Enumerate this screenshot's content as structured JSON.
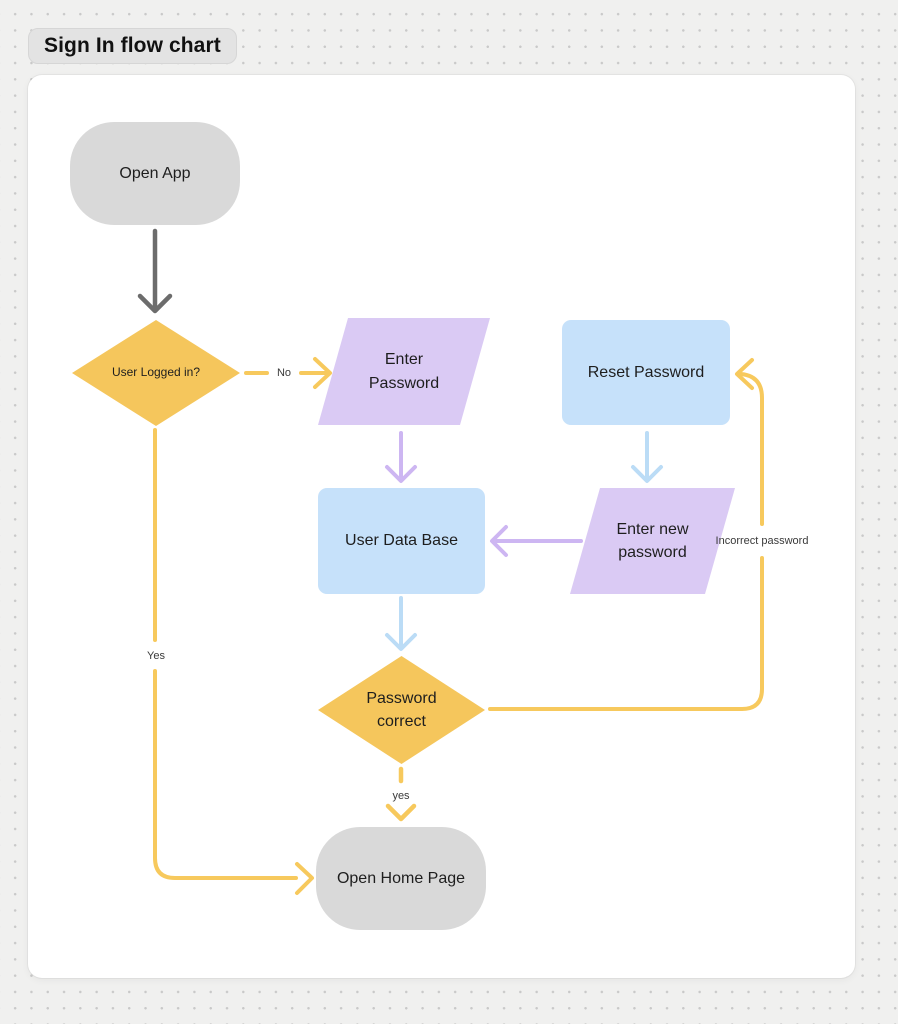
{
  "title": "Sign In flow chart",
  "palette": {
    "page_background": "#F0F0EF",
    "dot_grid": "#C9C9C9",
    "canvas_background": "#FFFFFF",
    "terminator_fill": "#D9D9D9",
    "decision_fill": "#F5C65C",
    "input_fill": "#DACAF4",
    "process_fill": "#C6E1FA",
    "arrow_gray": "#6C6C6C",
    "arrow_yellow": "#F7C95D",
    "arrow_purple": "#CDB6F2",
    "arrow_blue": "#BBDCF6",
    "node_text": "#1E1E1E",
    "label_text": "#3A3A3A"
  },
  "nodes": [
    {
      "id": "open-app",
      "label": "Open App",
      "shape": "terminator",
      "color": "#D9D9D9"
    },
    {
      "id": "user-logged-in",
      "label": "User Logged in?",
      "shape": "decision",
      "color": "#F5C65C"
    },
    {
      "id": "enter-password",
      "label": "Enter Password",
      "shape": "input",
      "color": "#DACAF4"
    },
    {
      "id": "reset-password",
      "label": "Reset Password",
      "shape": "process",
      "color": "#C6E1FA"
    },
    {
      "id": "user-data-base",
      "label": "User Data Base",
      "shape": "process",
      "color": "#C6E1FA"
    },
    {
      "id": "enter-new-password",
      "label": "Enter new password",
      "shape": "input",
      "color": "#DACAF4"
    },
    {
      "id": "password-correct",
      "label": "Password correct",
      "shape": "decision",
      "color": "#F5C65C"
    },
    {
      "id": "open-home-page",
      "label": "Open Home Page",
      "shape": "terminator",
      "color": "#D9D9D9"
    }
  ],
  "edges": [
    {
      "from": "open-app",
      "to": "user-logged-in",
      "label": "",
      "color": "#6C6C6C",
      "style": "solid"
    },
    {
      "from": "user-logged-in",
      "to": "enter-password",
      "label": "No",
      "color": "#F7C95D",
      "style": "solid"
    },
    {
      "from": "enter-password",
      "to": "user-data-base",
      "label": "",
      "color": "#CDB6F2",
      "style": "solid"
    },
    {
      "from": "reset-password",
      "to": "enter-new-password",
      "label": "",
      "color": "#BBDCF6",
      "style": "solid"
    },
    {
      "from": "enter-new-password",
      "to": "user-data-base",
      "label": "",
      "color": "#CDB6F2",
      "style": "solid"
    },
    {
      "from": "user-data-base",
      "to": "password-correct",
      "label": "",
      "color": "#BBDCF6",
      "style": "solid"
    },
    {
      "from": "password-correct",
      "to": "reset-password",
      "label": "Incorrect password",
      "color": "#F7C95D",
      "style": "solid"
    },
    {
      "from": "password-correct",
      "to": "open-home-page",
      "label": "yes",
      "color": "#F7C95D",
      "style": "dashed"
    },
    {
      "from": "user-logged-in",
      "to": "open-home-page",
      "label": "Yes",
      "color": "#F7C95D",
      "style": "solid"
    }
  ]
}
